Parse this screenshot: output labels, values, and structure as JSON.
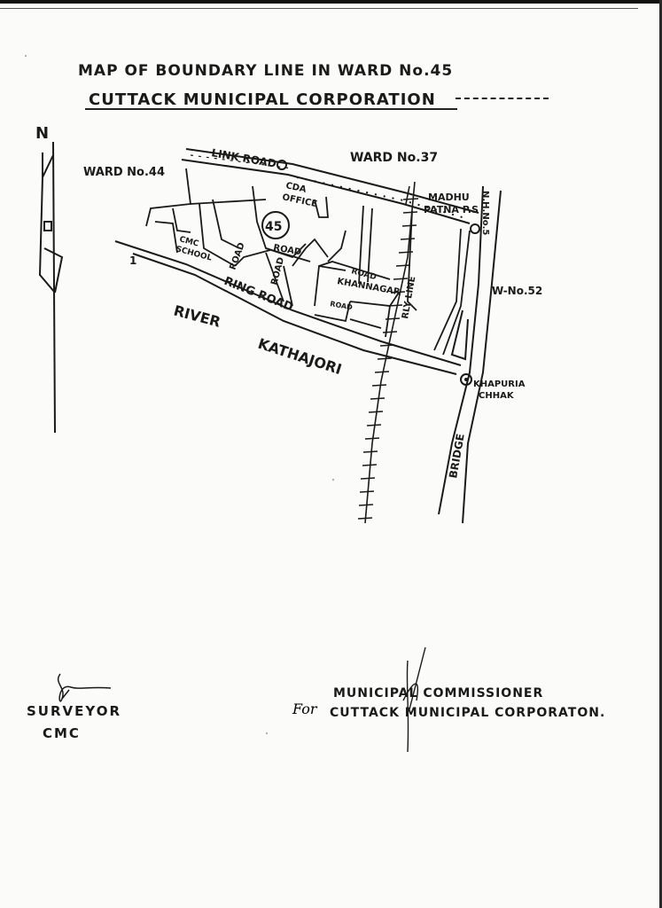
{
  "title": {
    "line1": "MAP OF BOUNDARY LINE IN WARD No.45",
    "line2": "CUTTACK MUNICIPAL CORPORATION"
  },
  "north_arrow": {
    "label": "N"
  },
  "map_labels": {
    "ward_44": "WARD No.44",
    "ward_37": "WARD No.37",
    "link_road": "LINK ROAD",
    "cda_office_1": "CDA",
    "cda_office_2": "OFFICE",
    "ward_number": "45",
    "madhupatna_1": "MADHU",
    "madhupatna_2": "PATNA P.S",
    "nh5": "N.H.No.5",
    "cmc_school_1": "CMC",
    "cmc_school_2": "SCHOOL",
    "road_1": "ROAD",
    "road_2": "ROAD",
    "road_3": "ROAD",
    "road_4": "ROAD",
    "road_5": "ROAD",
    "khannagar": "KHANNAGAR",
    "rly_line": "RLY LINE",
    "w_no_52": "W-No.52",
    "ring_road": "RING ROAD",
    "river": "RIVER",
    "kathajori": "KATHAJORI",
    "khapuria_1": "KHAPURIA",
    "khapuria_2": "CHHAK",
    "bridge": "BRIDGE",
    "mark_1": "1"
  },
  "signatures": {
    "surveyor": "SURVEYOR",
    "surveyor_org": "CMC",
    "for": "For",
    "commissioner_1": "MUNICIPAL COMMISSIONER",
    "commissioner_2": "CUTTACK MUNICIPAL CORPORATON."
  }
}
